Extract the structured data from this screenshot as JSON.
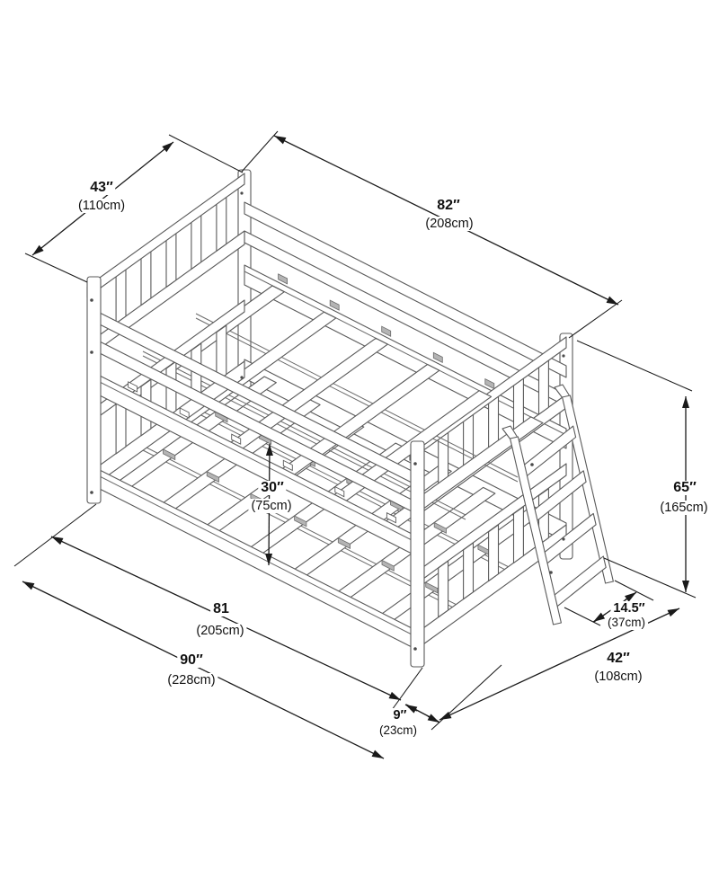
{
  "figure": {
    "subject": "bunk-bed-dimension-diagram"
  },
  "dims": {
    "d43": {
      "in": "43″",
      "cm": "(110cm)"
    },
    "d82": {
      "in": "82″",
      "cm": "(208cm)"
    },
    "d30": {
      "in": "30″",
      "cm": "(75cm)"
    },
    "d65": {
      "in": "65″",
      "cm": "(165cm)"
    },
    "d145": {
      "in": "14.5″",
      "cm": "(37cm)"
    },
    "d81": {
      "in": "81",
      "cm": "(205cm)"
    },
    "d90": {
      "in": "90″",
      "cm": "(228cm)"
    },
    "d9": {
      "in": "9″",
      "cm": "(23cm)"
    },
    "d42": {
      "in": "42″",
      "cm": "(108cm)"
    }
  }
}
